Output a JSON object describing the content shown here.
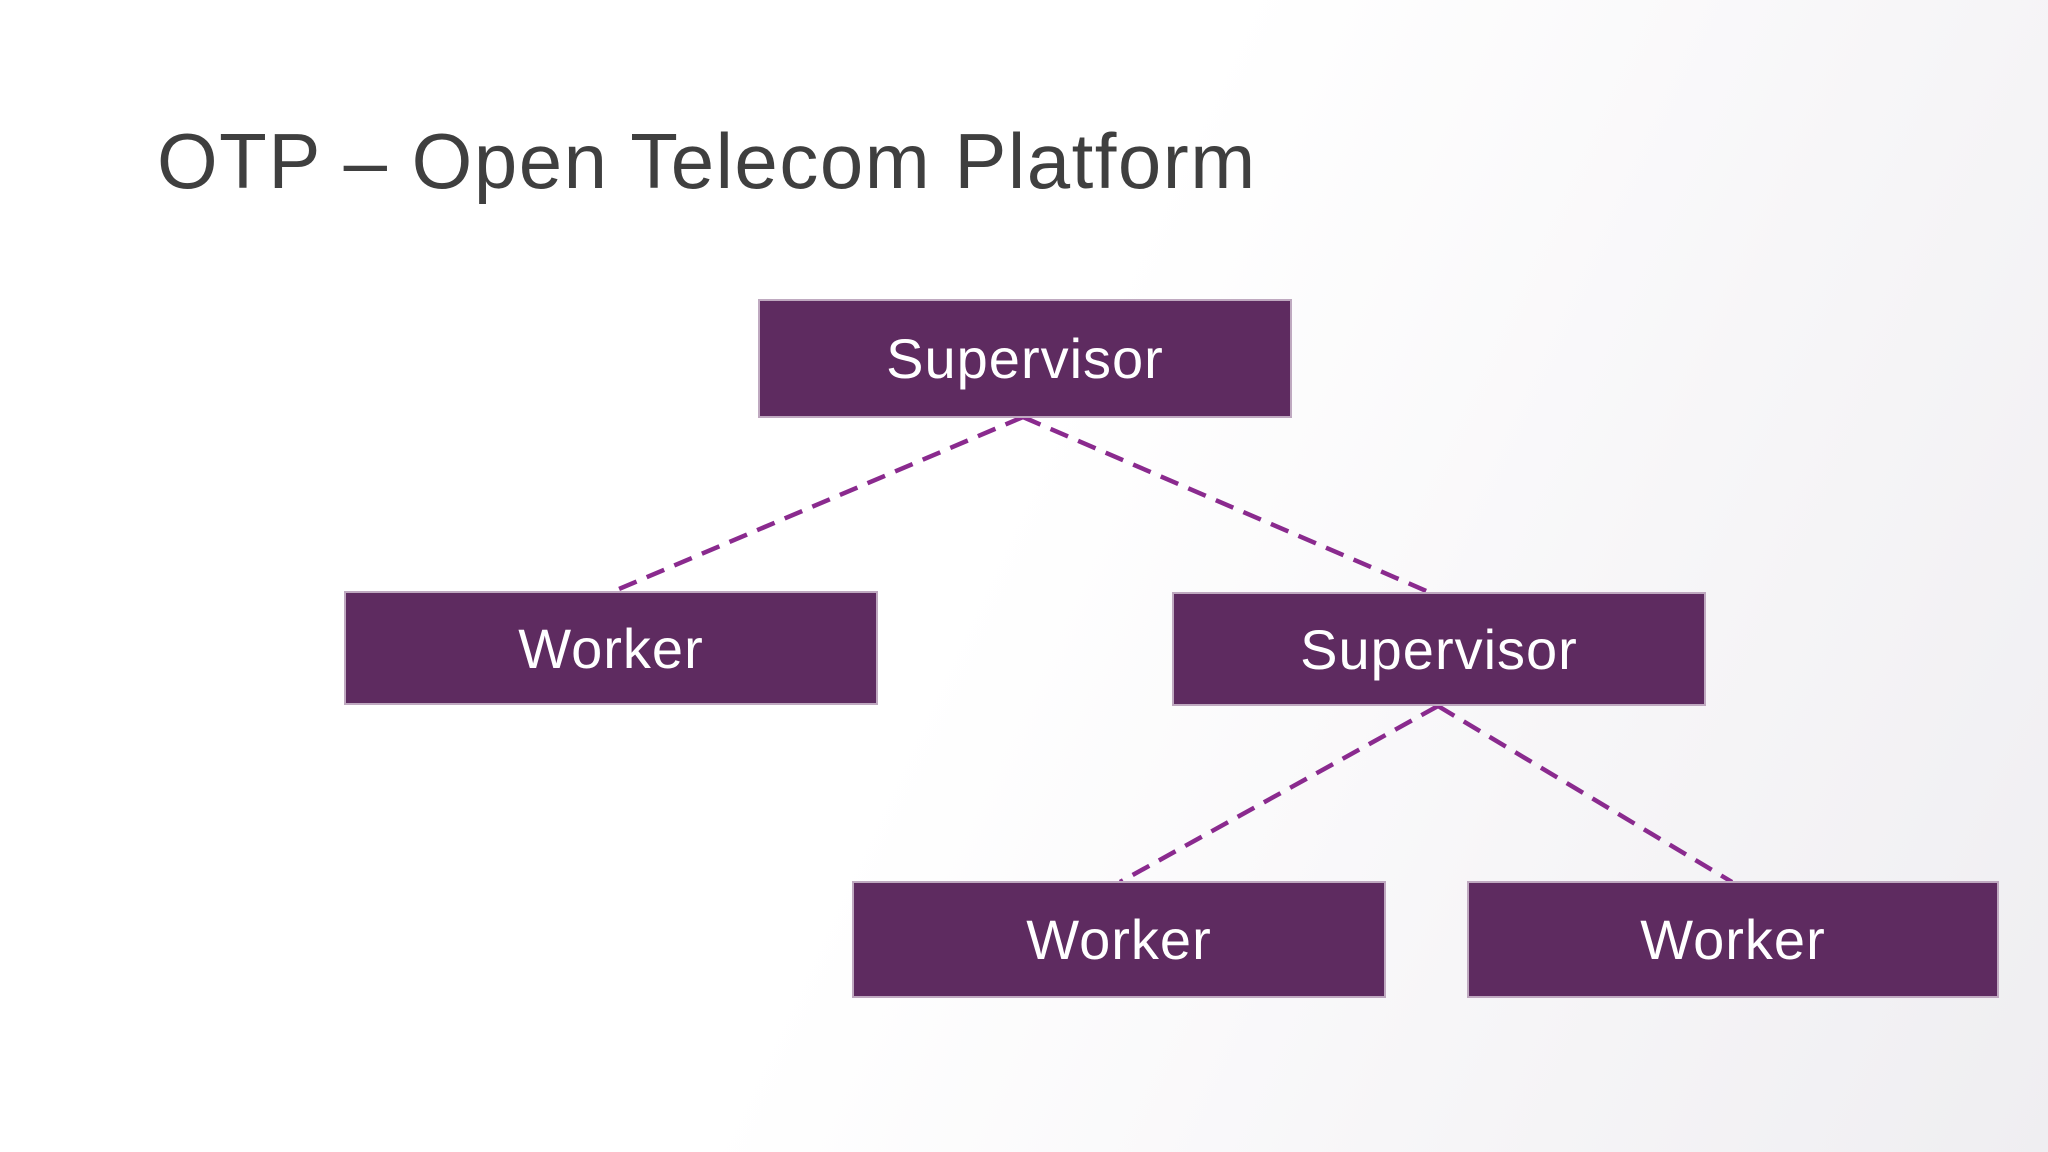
{
  "slide": {
    "title": "OTP – Open Telecom Platform"
  },
  "diagram": {
    "type": "tree",
    "description": "Supervision tree of an OTP application",
    "nodes": [
      {
        "id": "root-supervisor",
        "label": "Supervisor",
        "level": 0
      },
      {
        "id": "worker-left",
        "label": "Worker",
        "level": 1
      },
      {
        "id": "supervisor-right",
        "label": "Supervisor",
        "level": 1
      },
      {
        "id": "worker-bottom-left",
        "label": "Worker",
        "level": 2
      },
      {
        "id": "worker-bottom-right",
        "label": "Worker",
        "level": 2
      }
    ],
    "edges": [
      {
        "from": "root-supervisor",
        "to": "worker-left"
      },
      {
        "from": "root-supervisor",
        "to": "supervisor-right"
      },
      {
        "from": "supervisor-right",
        "to": "worker-bottom-left"
      },
      {
        "from": "supervisor-right",
        "to": "worker-bottom-right"
      }
    ],
    "edge_style": "dashed"
  },
  "theme": {
    "background": "#ffffff",
    "background_tint": "#efeef1",
    "title_color": "#3f3f3f",
    "box_fill": "#5e2b60",
    "box_border": "#bfa9c0",
    "box_text": "#ffffff",
    "connector_color": "#8a2a8e"
  }
}
